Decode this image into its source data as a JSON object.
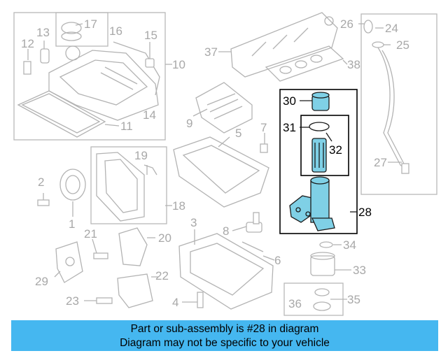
{
  "labels": {
    "p1": "1",
    "p2": "2",
    "p3": "3",
    "p4": "4",
    "p5": "5",
    "p6": "6",
    "p7": "7",
    "p8": "8",
    "p9": "9",
    "p10": "10",
    "p11": "11",
    "p12": "12",
    "p13": "13",
    "p14": "14",
    "p15": "15",
    "p16": "16",
    "p17": "17",
    "p18": "18",
    "p19": "19",
    "p20": "20",
    "p21": "21",
    "p22": "22",
    "p23": "23",
    "p24": "24",
    "p25": "25",
    "p26": "26",
    "p27": "27",
    "p28": "28",
    "p29": "29",
    "p30": "30",
    "p31": "31",
    "p32": "32",
    "p33": "33",
    "p34": "34",
    "p35": "35",
    "p36": "36",
    "p37": "37",
    "p38": "38"
  },
  "caption": {
    "line1": "Part or sub-assembly is #28 in diagram",
    "line2": "Diagram may not be specific to your vehicle"
  },
  "colors": {
    "highlight": "#7fd0e6",
    "caption_bg": "#45b7f0",
    "line_grey": "#b3b3b3"
  }
}
